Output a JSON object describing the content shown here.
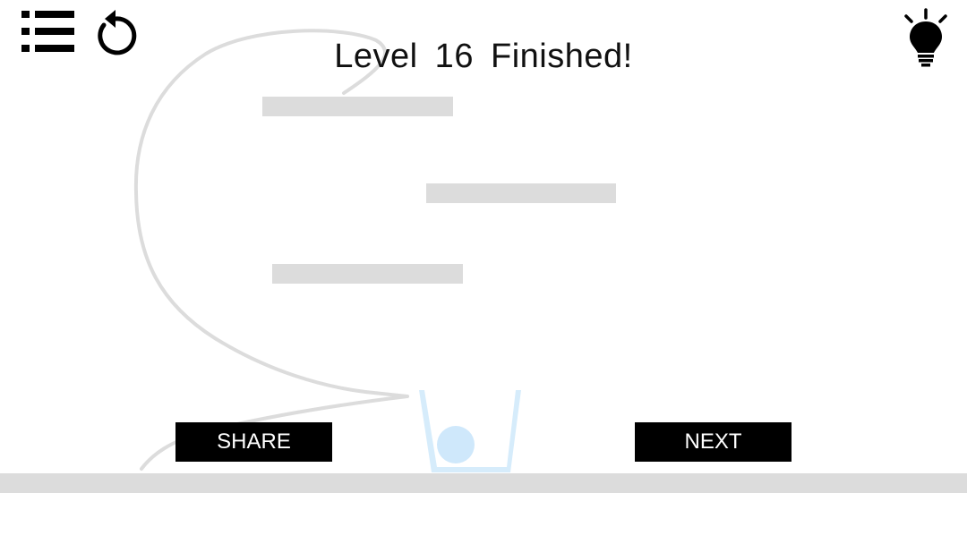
{
  "header": {
    "title": "Level  16  Finished!"
  },
  "toolbar": {
    "menu_icon": "list-icon",
    "restart_icon": "restart-icon",
    "hint_icon": "lightbulb-icon"
  },
  "buttons": {
    "share_label": "SHARE",
    "next_label": "NEXT"
  },
  "colors": {
    "platform": "#dcdcdc",
    "drawn_line": "#dcdcdc",
    "cup_outline": "#d6ecfb",
    "ball": "#cfe8fb",
    "button_bg": "#000000",
    "button_text": "#ffffff"
  }
}
